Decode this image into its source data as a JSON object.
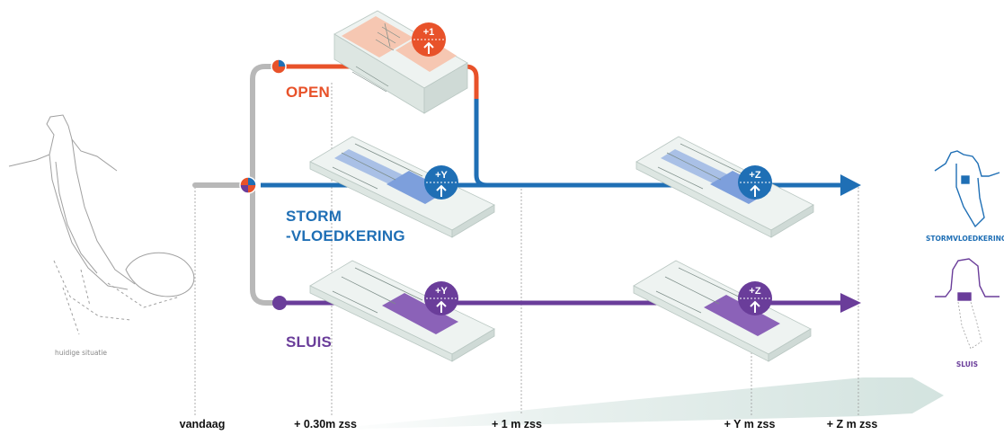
{
  "colors": {
    "open": "#e8522a",
    "storm": "#1f6fb5",
    "sluis": "#6a3d9a",
    "trunk": "#b8b8b8",
    "timeline_arrow": "#dde8e6"
  },
  "routes": {
    "open": "OPEN",
    "storm_line1": "STORM",
    "storm_line2": "-VLOEDKERING",
    "sluis": "SLUIS"
  },
  "badges": {
    "open_step": "+1",
    "storm_step1": "+Y",
    "storm_step2": "+Z",
    "sluis_step1": "+Y",
    "sluis_step2": "+Z",
    "badge_icon": "arrow-up-icon"
  },
  "captions": {
    "current_situation": "huidige situatie",
    "stormvloedkering_outcome": "STORMVLOEDKERING",
    "sluis_outcome": "SLUIS"
  },
  "timeline": {
    "ticks": [
      "vandaag",
      "+ 0.30m zss",
      "+ 1 m zss",
      "+ Y m zss",
      "+ Z m zss"
    ]
  }
}
